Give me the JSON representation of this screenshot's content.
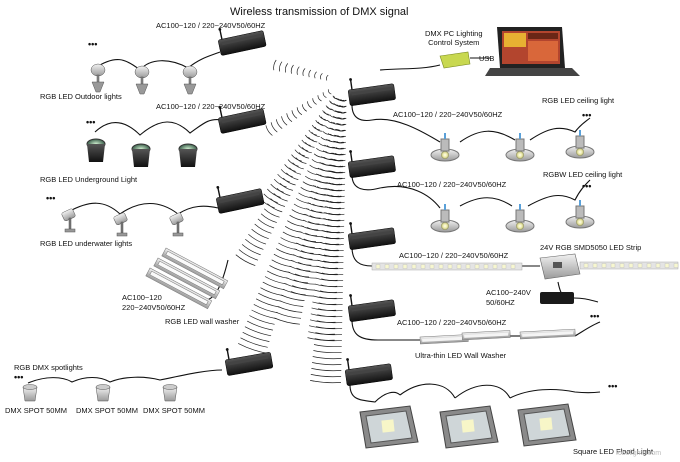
{
  "title": "Wireless transmission of DMX signal",
  "pc_system": {
    "line1": "DMX PC Lighting",
    "line2": "Control System",
    "usb": "USB"
  },
  "power_labels": {
    "outdoor": "AC100~120 / 220~240V50/60HZ",
    "underground": "AC100~120 / 220~240V50/60HZ",
    "ceiling_rgb": "AC100~120 / 220~240V50/60HZ",
    "ceiling_rgbw": "AC100~120 / 220~240V50/60HZ",
    "strip": "AC100~120 / 220~240V50/60HZ",
    "washer": "AC100~120 / 220~240V50/60HZ",
    "wall_washer_line1": "AC100~120",
    "wall_washer_line2": "220~240V50/60HZ",
    "adapter_line1": "AC100~240V",
    "adapter_line2": "50/60HZ"
  },
  "light_labels": {
    "outdoor": "RGB LED Outdoor lights",
    "underground": "RGB LED Underground Light",
    "underwater": "RGB LED underwater lights",
    "wall_washer": "RGB LED wall washer",
    "spotlights": "RGB DMX spotlights",
    "ceiling_rgb": "RGB LED ceiling light",
    "ceiling_rgbw": "RGBW LED ceiling light",
    "strip": "24V RGB SMD5050  LED Strip",
    "ultra_thin": "Ultra-thin LED Wall Washer",
    "square": "Square LED Flood Light"
  },
  "spot_labels": [
    "DMX SPOT 50MM",
    "DMX SPOT 50MM",
    "DMX SPOT 50MM"
  ],
  "watermark": "fobolights.com",
  "chain_dots": "•••",
  "colors": {
    "box": "#1c1c1c",
    "cable": "#111111",
    "strip": "#d8d8d8",
    "screen": "#b3452e",
    "wifi": "#222222"
  }
}
